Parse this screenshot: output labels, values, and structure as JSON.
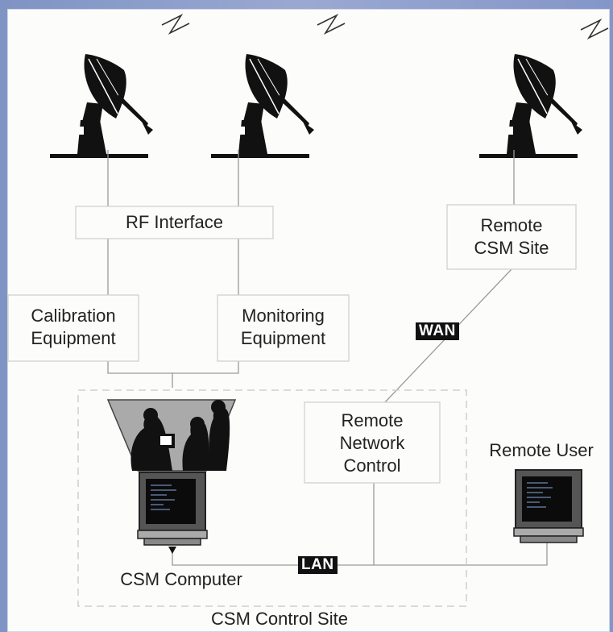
{
  "diagram": {
    "nodes": {
      "rf_interface": "RF Interface",
      "remote_csm_site": [
        "Remote",
        "CSM Site"
      ],
      "calibration_equipment": [
        "Calibration",
        "Equipment"
      ],
      "monitoring_equipment": [
        "Monitoring",
        "Equipment"
      ],
      "remote_network_control": [
        "Remote",
        "Network",
        "Control"
      ],
      "remote_user": "Remote User",
      "csm_computer": "CSM Computer",
      "csm_control_site": "CSM Control Site"
    },
    "links": {
      "wan": "WAN",
      "lan": "LAN"
    },
    "icons": [
      "satellite-dish-icon",
      "computer-monitor-icon",
      "operators-icon",
      "signal-bolt-icon"
    ]
  }
}
